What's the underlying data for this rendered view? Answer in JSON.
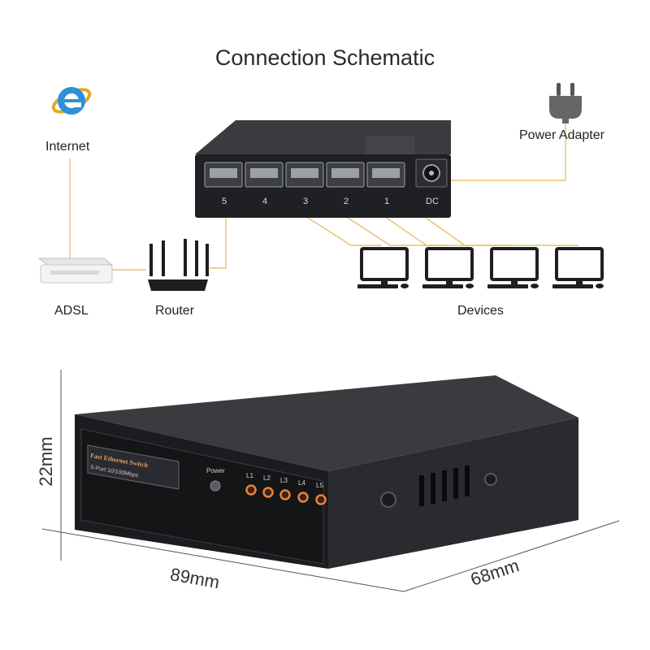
{
  "title": "Connection Schematic",
  "labels": {
    "internet": "Internet",
    "adsl": "ADSL",
    "router": "Router",
    "devices": "Devices",
    "power_adapter": "Power Adapter"
  },
  "switch_top": {
    "ports": [
      "5",
      "4",
      "3",
      "2",
      "1"
    ],
    "dc": "DC"
  },
  "switch_front": {
    "name": "Fast Ethernet Switch",
    "spec": "5-Port 10/100Mbps",
    "power_label": "Power",
    "leds": [
      "L1",
      "L2",
      "L3",
      "L4",
      "L5"
    ]
  },
  "dimensions": {
    "height": "22mm",
    "width": "89mm",
    "depth": "68mm"
  },
  "colors": {
    "line": "#e8c26a",
    "led": "#e8823a",
    "device_case": "#2b2d31"
  },
  "icons": [
    "internet-explorer-icon",
    "power-plug-icon",
    "adsl-modem-icon",
    "router-icon",
    "computer-icon"
  ]
}
